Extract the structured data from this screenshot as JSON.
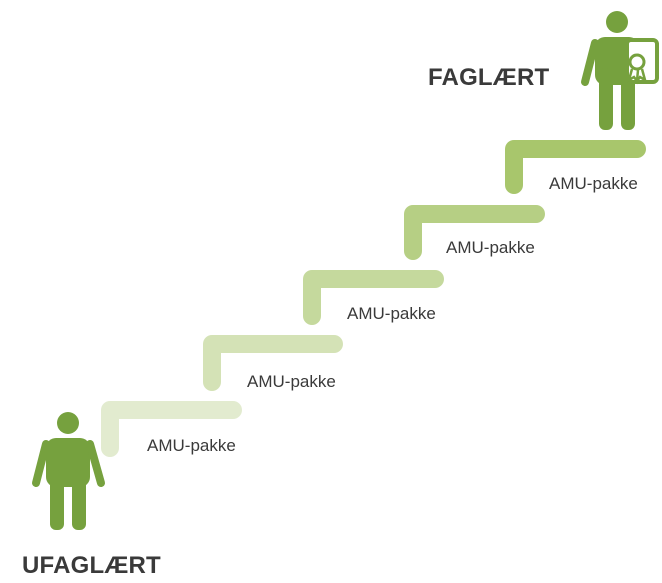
{
  "start_label": "UFAGLÆRT",
  "end_label": "FAGLÆRT",
  "steps": [
    {
      "label": "AMU-pakke",
      "color": "#e2ebcf"
    },
    {
      "label": "AMU-pakke",
      "color": "#d4e2b6"
    },
    {
      "label": "AMU-pakke",
      "color": "#c5d99d"
    },
    {
      "label": "AMU-pakke",
      "color": "#b6cf84"
    },
    {
      "label": "AMU-pakke",
      "color": "#a8c66c"
    }
  ],
  "colors": {
    "figure": "#76a13e",
    "text": "#3a3a3a"
  },
  "icons": {
    "start_figure": "person-icon",
    "end_figure": "person-with-certificate-icon"
  }
}
